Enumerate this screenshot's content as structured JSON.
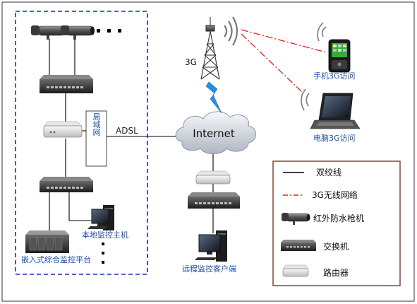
{
  "labels": {
    "lan": "局域网",
    "adsl": "ADSL",
    "internet": "Internet",
    "tower": "3G",
    "phone_access": "手机3G访问",
    "laptop_access": "电脑3G访问",
    "local_host": "本地监控主机",
    "embedded_platform": "嵌入式综合监控平台",
    "remote_client": "远程监控客户端"
  },
  "legend": {
    "items": [
      {
        "label": "双绞线",
        "icon": "solid-line"
      },
      {
        "label": "3G无线网络",
        "icon": "dash-dot-line"
      },
      {
        "label": "红外防水枪机",
        "icon": "camera-icon"
      },
      {
        "label": "交换机",
        "icon": "switch-icon"
      },
      {
        "label": "路由器",
        "icon": "router-icon"
      }
    ]
  },
  "colors": {
    "local_box_border": "#1a2fc4",
    "outer_border": "#555555",
    "legend_border": "#7a3a2a",
    "wireless_line": "#e02020",
    "blue_text": "#1f4fa8",
    "lightning": "#2a8ee8"
  }
}
